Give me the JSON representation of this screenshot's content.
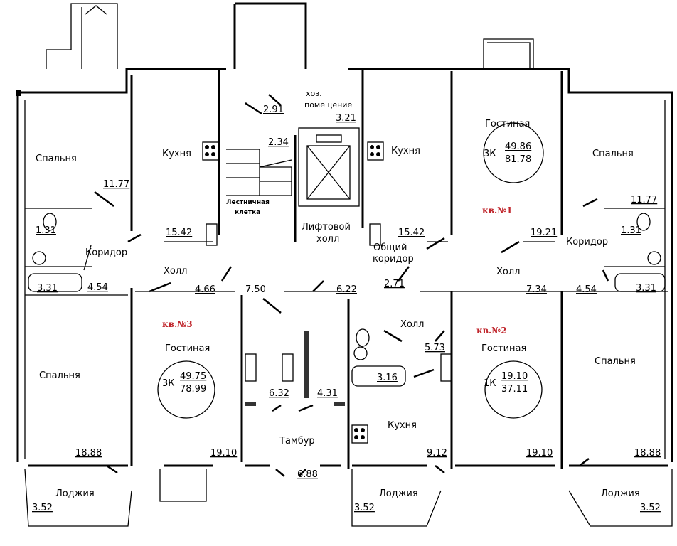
{
  "apartments": [
    {
      "label": "кв.№1",
      "rooms": "3К",
      "living_area": "49.86",
      "total_area": "81.78"
    },
    {
      "label": "кв.№2",
      "rooms": "1К",
      "living_area": "19.10",
      "total_area": "37.11"
    },
    {
      "label": "кв.№3",
      "rooms": "3К",
      "living_area": "49.75",
      "total_area": "78.99"
    }
  ],
  "rooms": {
    "bed_tl": "Спальня",
    "bed_tl_area": "11.77",
    "kitchen_l": "Кухня",
    "kitchen_l_area": "15.42",
    "storage_a": "2.91",
    "storage_name1": "хоз.",
    "storage_name2": "помещение",
    "storage_b": "3.21",
    "stair_area": "2.34",
    "stair1": "Лестничная",
    "stair2": "клетка",
    "lift1": "Лифтовой",
    "lift2": "холл",
    "kitchen_r": "Кухня",
    "kitchen_r_area": "15.42",
    "living1": "Гостиная",
    "bed_tr": "Спальня",
    "bed_tr_area": "11.77",
    "bath_l": "1.31",
    "corr_l": "Коридор",
    "wc_l": "3.31",
    "corr_l_area": "4.54",
    "hall_l": "Холл",
    "hall_l_area": "4.66",
    "a750": "7.50",
    "a622": "6.22",
    "common1": "Общий",
    "common2": "коридор",
    "common_area": "2.71",
    "living1_area": "19.21",
    "hall_r": "Холл",
    "corr_r": "Коридор",
    "bath_r": "1.31",
    "hall_r_area": "7.34",
    "corr_r_area": "4.54",
    "wc_r": "3.31",
    "living3": "Гостиная",
    "bed_bl": "Спальня",
    "hall2": "Холл",
    "hall2_area": "5.73",
    "living2": "Гостиная",
    "bed_br": "Спальня",
    "bath2": "3.16",
    "a632": "6.32",
    "a431": "4.31",
    "vestibule": "Тамбур",
    "vestibule_area": "6.88",
    "kitchen2": "Кухня",
    "kitchen2_area": "9.12",
    "bed_bl_area": "18.88",
    "living3_area": "19.10",
    "living2_area": "19.10",
    "bed_br_area": "18.88",
    "loggia_l": "Лоджия",
    "loggia_l_area": "3.52",
    "loggia_m": "Лоджия",
    "loggia_m_area": "3.52",
    "loggia_r": "Лоджия",
    "loggia_r_area": "3.52"
  }
}
